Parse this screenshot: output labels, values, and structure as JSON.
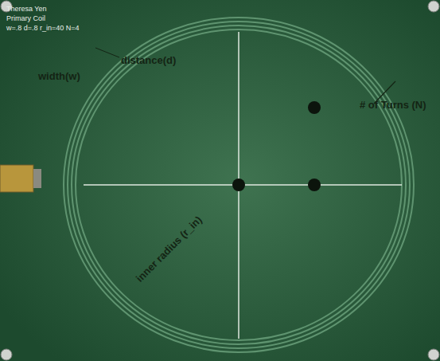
{
  "diagram": {
    "labels": [
      "Theresa Yen",
      "Primary Coil",
      "w=.8 d=.8 r_in=40 N=4",
      "width(w)",
      "distance(d)",
      "# of Turns (N)",
      "inner radius (r_in)"
    ]
  }
}
